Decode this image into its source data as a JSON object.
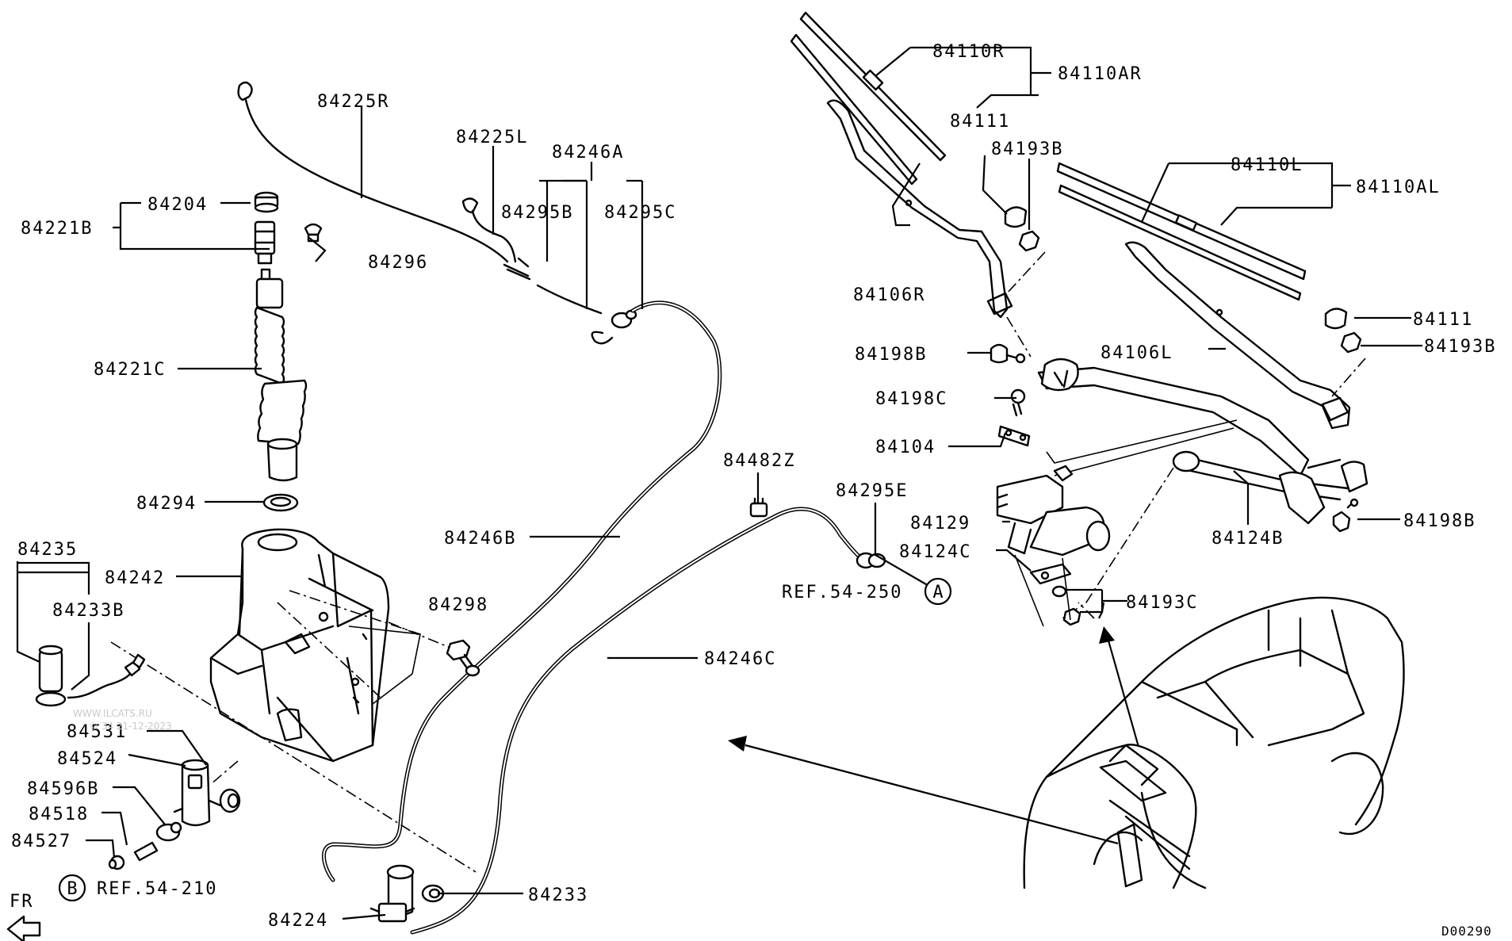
{
  "diagram": {
    "labels": {
      "p84225R": "84225R",
      "p84225L": "84225L",
      "p84246A": "84246A",
      "p84204": "84204",
      "p84221B": "84221B",
      "p84295B": "84295B",
      "p84295C": "84295C",
      "p84296": "84296",
      "p84221C": "84221C",
      "p84294": "84294",
      "p84235": "84235",
      "p84242": "84242",
      "p84233B": "84233B",
      "p84298": "84298",
      "p84531": "84531",
      "p84524": "84524",
      "p84596B": "84596B",
      "p84518": "84518",
      "p84527": "84527",
      "refB": "REF.54-210",
      "p84224": "84224",
      "p84233": "84233",
      "p84246B": "84246B",
      "p84246C": "84246C",
      "p84482Z": "84482Z",
      "p84295E": "84295E",
      "refA": "REF.54-250",
      "p84110R": "84110R",
      "p84110AR": "84110AR",
      "p84111a": "84111",
      "p84193Ba": "84193B",
      "p84110L": "84110L",
      "p84110AL": "84110AL",
      "p84106R": "84106R",
      "p84111b": "84111",
      "p84198Ba": "84198B",
      "p84106L": "84106L",
      "p84193Bb": "84193B",
      "p84198C": "84198C",
      "p84104": "84104",
      "p84129": "84129",
      "p84124C": "84124C",
      "p84124B": "84124B",
      "p84198Bb": "84198B",
      "p84193C": "84193C"
    },
    "markers": {
      "a": "A",
      "b": "B"
    },
    "front_label": "FR",
    "diagram_code": "D00290",
    "watermark": {
      "line1": "WWW.ILCATS.RU",
      "line2": "© 34 21-12-2023"
    }
  }
}
